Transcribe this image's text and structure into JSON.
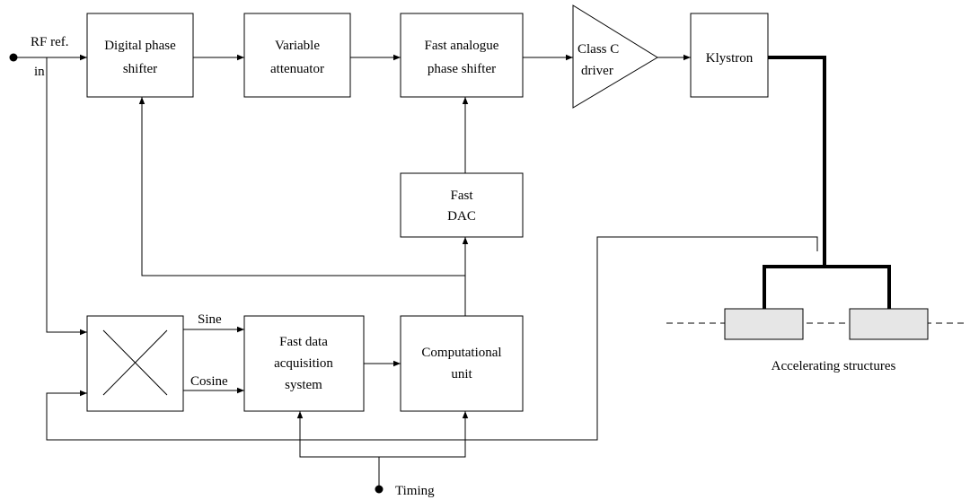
{
  "blocks": {
    "digital_phase_shifter": [
      "Digital phase",
      "shifter"
    ],
    "variable_attenuator": [
      "Variable",
      "attenuator"
    ],
    "fast_analogue_phase_shifter": [
      "Fast analogue",
      "phase shifter"
    ],
    "class_c_driver": [
      "Class C",
      "driver"
    ],
    "klystron": [
      "Klystron"
    ],
    "fast_dac": [
      "Fast",
      "DAC"
    ],
    "fast_data_acquisition": [
      "Fast data",
      "acquisition",
      "system"
    ],
    "computational_unit": [
      "Computational",
      "unit"
    ]
  },
  "labels": {
    "rf_ref_in": [
      "RF ref.",
      "in"
    ],
    "sine": "Sine",
    "cosine": "Cosine",
    "timing": "Timing",
    "accelerating_structures": "Accelerating structures"
  }
}
